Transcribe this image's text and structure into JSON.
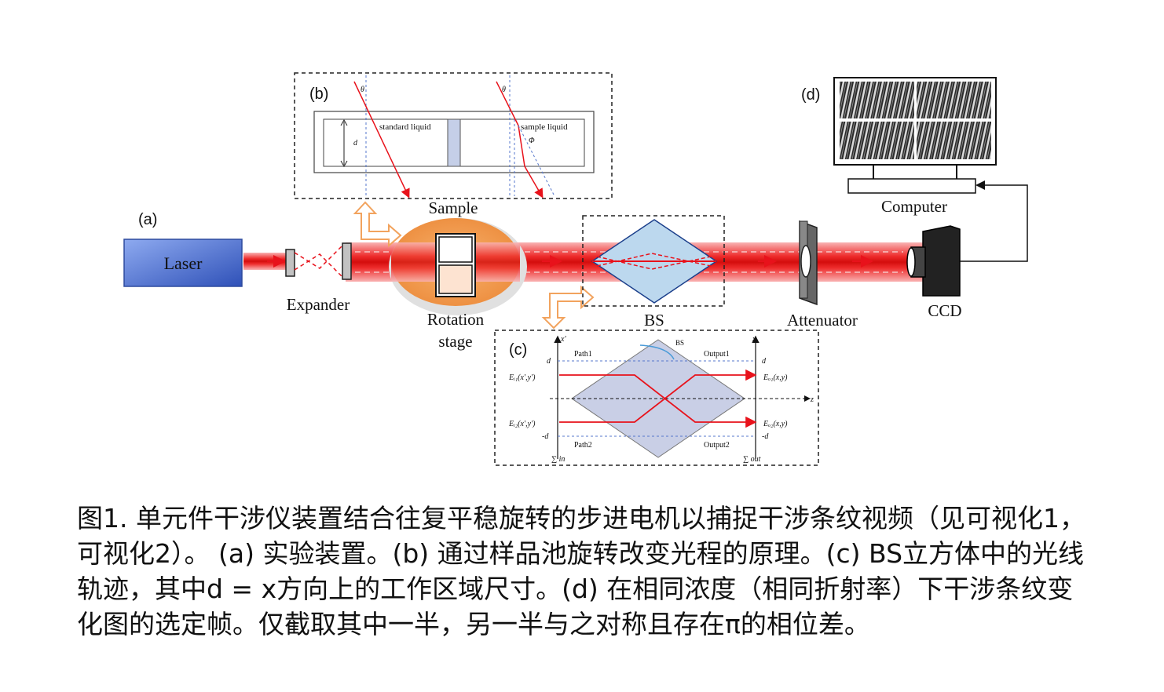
{
  "panel_labels": {
    "a": "(a)",
    "b": "(b)",
    "c": "(c)",
    "d": "(d)"
  },
  "components": {
    "laser": "Laser",
    "expander": "Expander",
    "sample": "Sample",
    "rotation_stage_line1": "Rotation",
    "rotation_stage_line2": "stage",
    "bs": "BS",
    "attenuator": "Attenuator",
    "ccd": "CCD",
    "computer": "Computer"
  },
  "inset_b": {
    "theta1": "θ",
    "theta2": "θ",
    "standard_liquid": "standard liquid",
    "sample_liquid": "sample liquid",
    "d": "d",
    "phi": "Φ"
  },
  "inset_c": {
    "x_prime": "x'",
    "x": "x",
    "z": "z",
    "bs": "BS",
    "path1": "Path1",
    "path2": "Path2",
    "output1": "Output1",
    "output2": "Output2",
    "d_left": "d",
    "neg_d_left": "-d",
    "d_right": "d",
    "neg_d_right": "-d",
    "ei1": "Eᵢ₁(x',y')",
    "ei2": "Eᵢ₂(x',y')",
    "eo1": "Eₒ₁(x,y)",
    "eo2": "Eₒ₂(x,y)",
    "sum_in": "∑ in",
    "sum_out": "∑ out"
  },
  "caption": "图1. 单元件干涉仪装置结合往复平稳旋转的步进电机以捕捉干涉条纹视频（见可视化1，可视化2）。 (a) 实验装置。(b) 通过样品池旋转改变光程的原理。(c) BS立方体中的光线轨迹，其中d = x方向上的工作区域尺寸。(d) 在相同浓度（相同折射率）下干涉条纹变化图的选定帧。仅截取其中一半，另一半与之对称且存在π的相位差。",
  "colors": {
    "beam_red": "#e8121b",
    "laser_blue": "#4a6fcf",
    "stage_orange": "#f0964a",
    "bs_blue": "#bcd8ee",
    "arrow_orange": "#f2a35e",
    "inset_bs_fill": "#c9cfe6"
  }
}
